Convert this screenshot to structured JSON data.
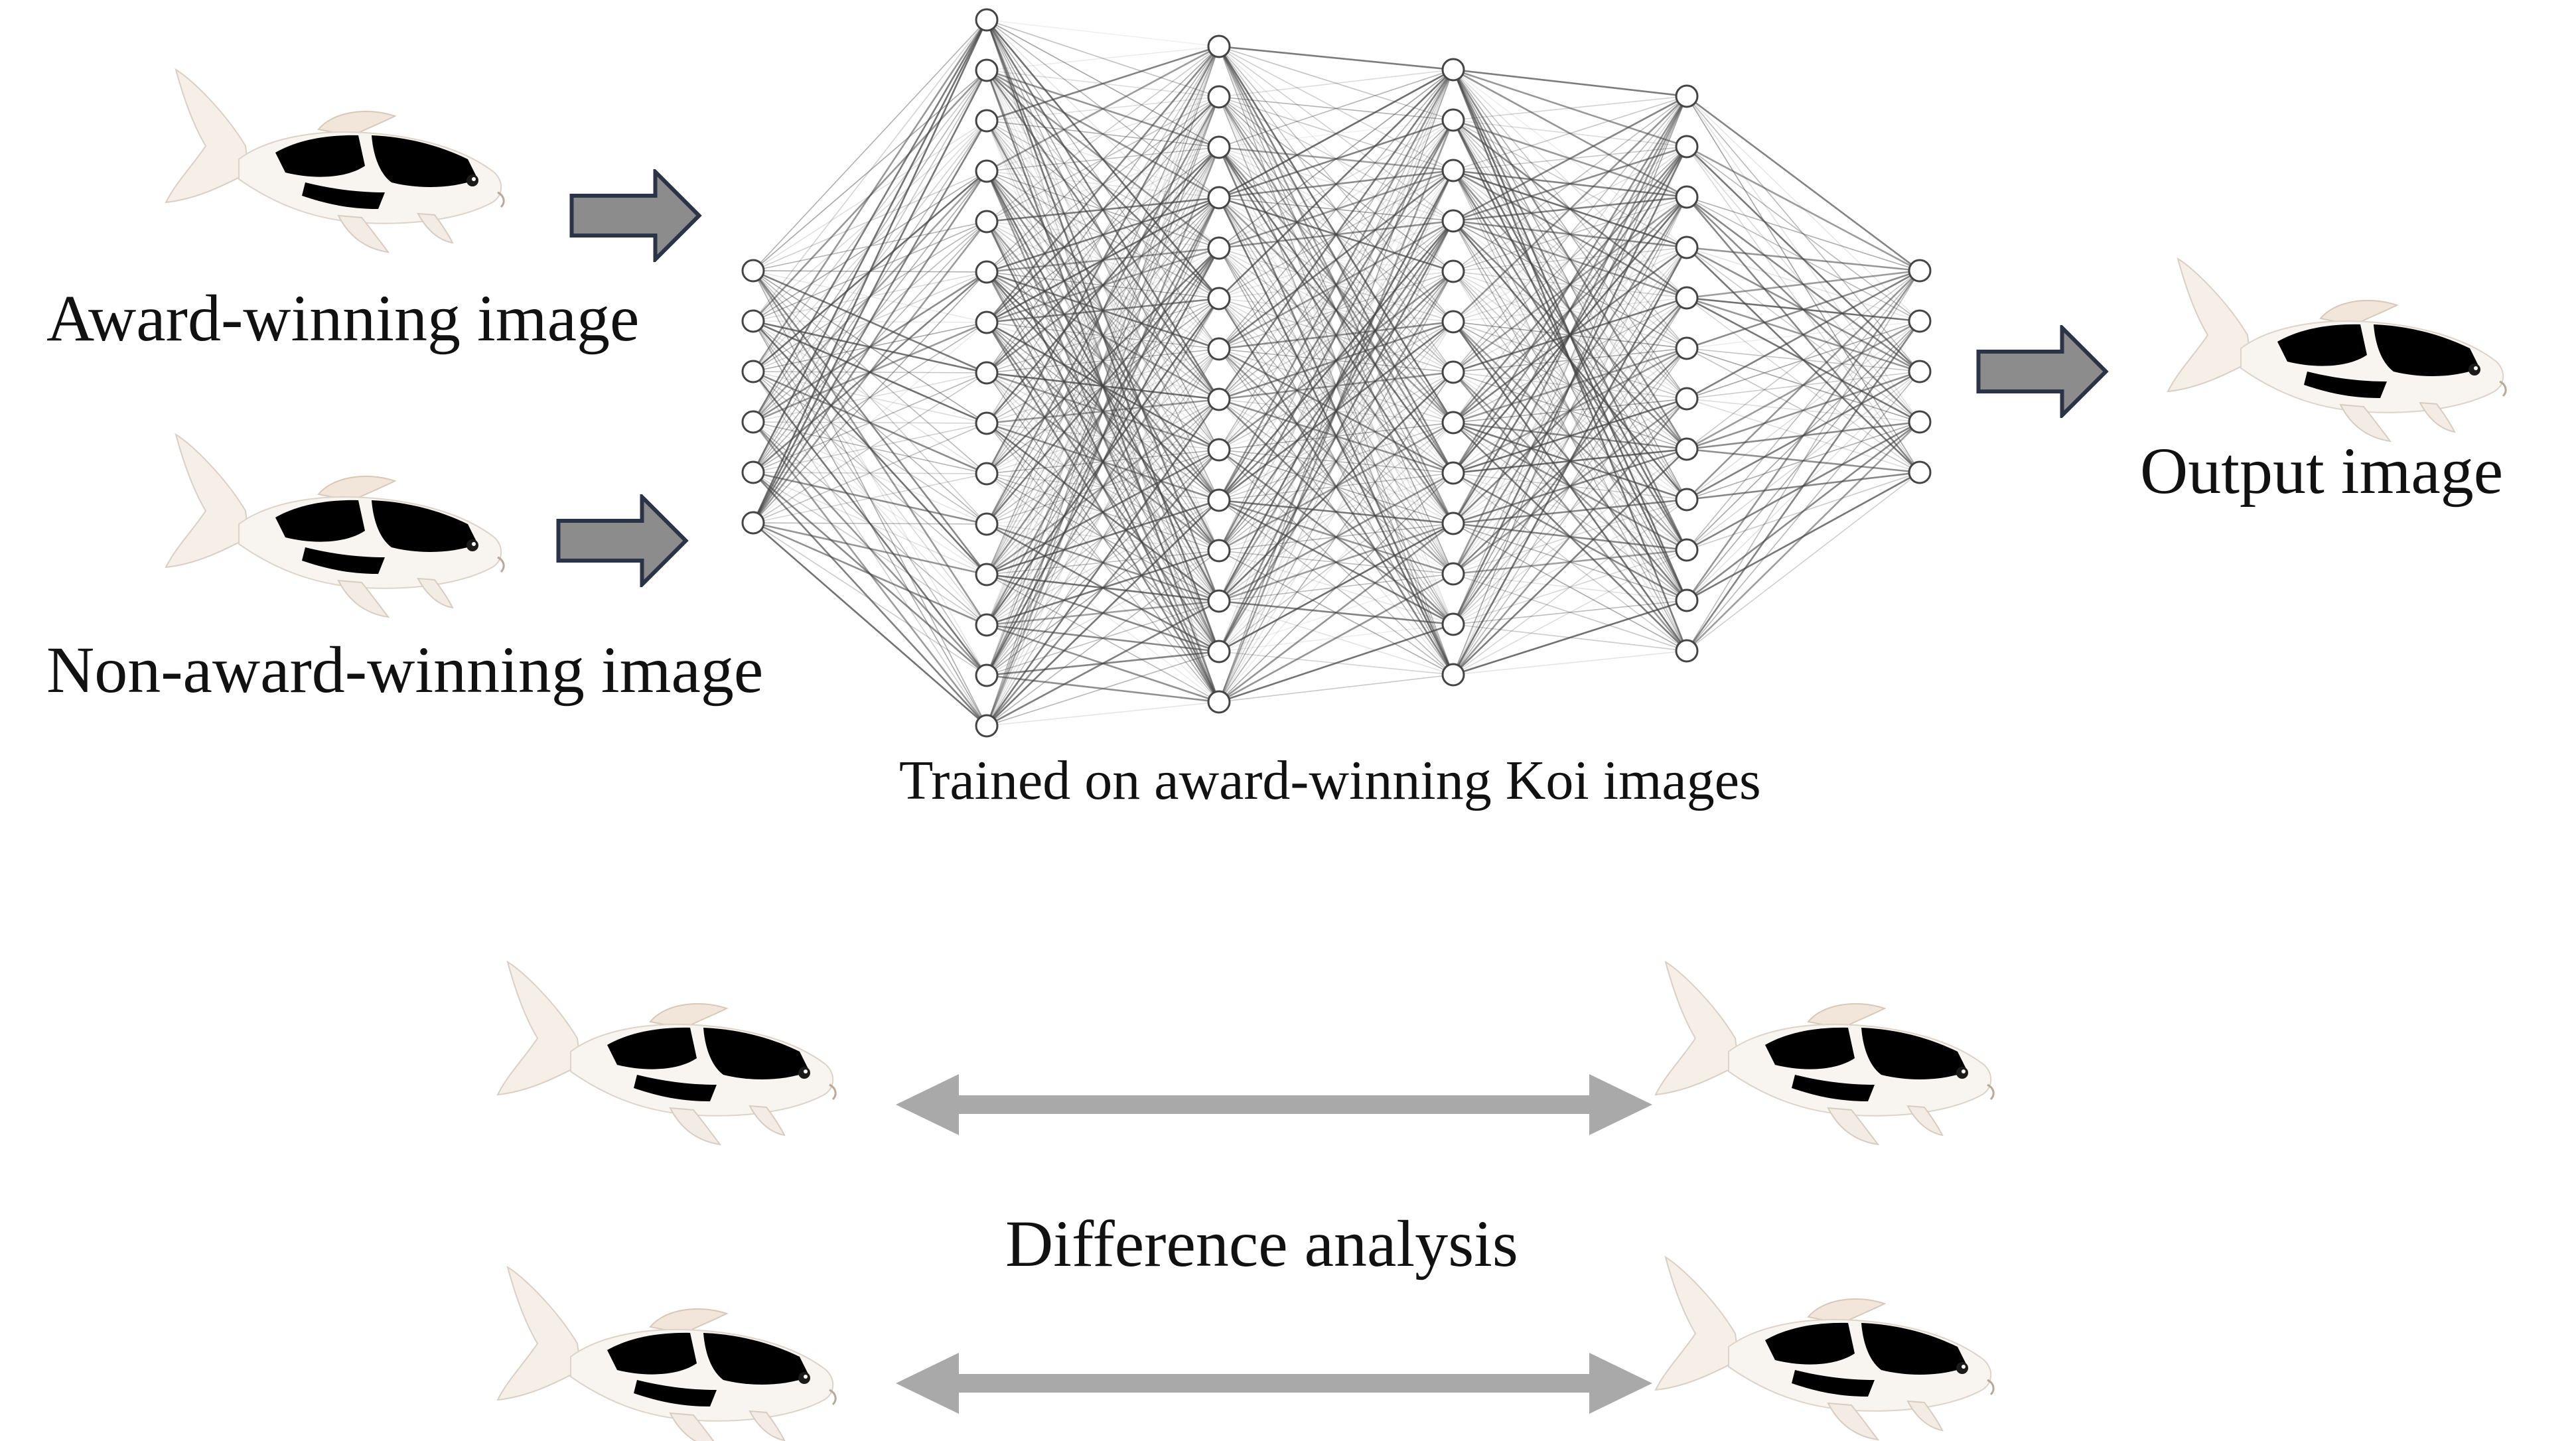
{
  "labels": {
    "award_input": "Award-winning image",
    "non_award_input": "Non-award-winning image",
    "network_caption": "Trained on award-winning Koi images",
    "output": "Output image",
    "difference": "Difference analysis"
  },
  "network": {
    "layers": [
      6,
      15,
      14,
      13,
      12,
      5
    ]
  },
  "colors": {
    "koi_red": "#e8321c",
    "koi_pale_red": "#ec6a52",
    "koi_white": "#f8f4ef",
    "input_arrow_fill": "#8c8c8c",
    "input_arrow_stroke": "#2b3347",
    "diff_arrow": "#a9a9a9",
    "network_node": "#ffffff",
    "network_edge": "#444444"
  },
  "icons": {
    "fish": "koi-fish-icon",
    "arrow": "right-arrow-icon",
    "double_arrow": "double-arrow-icon"
  }
}
